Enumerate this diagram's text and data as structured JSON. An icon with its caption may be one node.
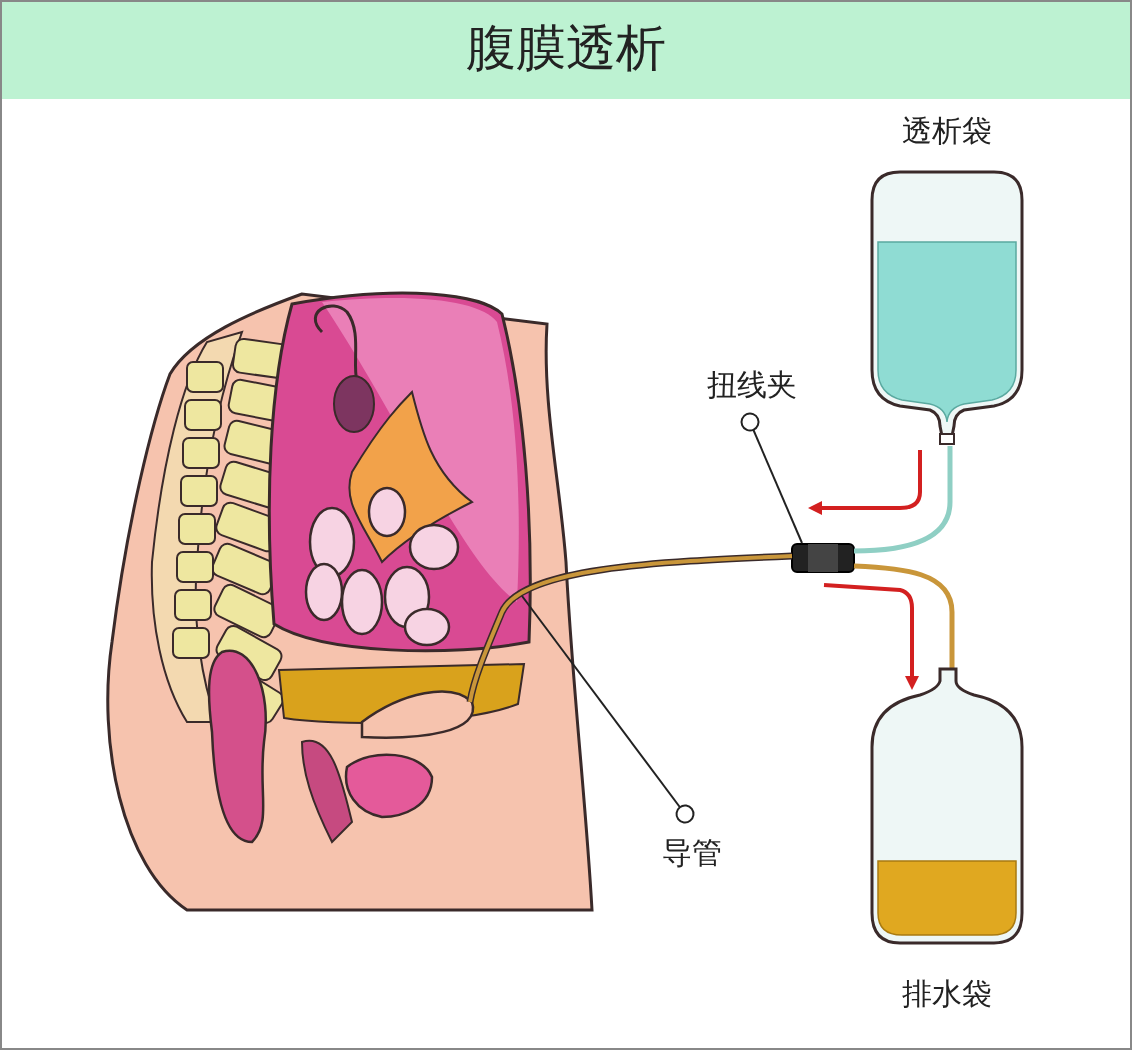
{
  "diagram": {
    "title": "腹膜透析",
    "nodes": [
      {
        "text": [
          "透析袋"
        ]
      },
      {
        "text": [
          "排水袋"
        ]
      },
      {
        "text": [
          "扭线夹"
        ]
      },
      {
        "text": [],
        "shape": "picture"
      },
      {
        "text": [
          "导管"
        ]
      },
      {
        "text": [],
        "shape": "picture"
      }
    ],
    "edges": [
      {
        "from": 0,
        "to": 3,
        "arrow": "none",
        "style": "thick",
        "color": "#8fcfc4"
      },
      {
        "from": 3,
        "to": 1,
        "arrow": "none",
        "style": "thick",
        "color": "#c9963a"
      },
      {
        "from": 2,
        "to": 3,
        "arrow": "other"
      },
      {
        "from": 4,
        "to": 5,
        "arrow": "other"
      }
    ]
  }
}
